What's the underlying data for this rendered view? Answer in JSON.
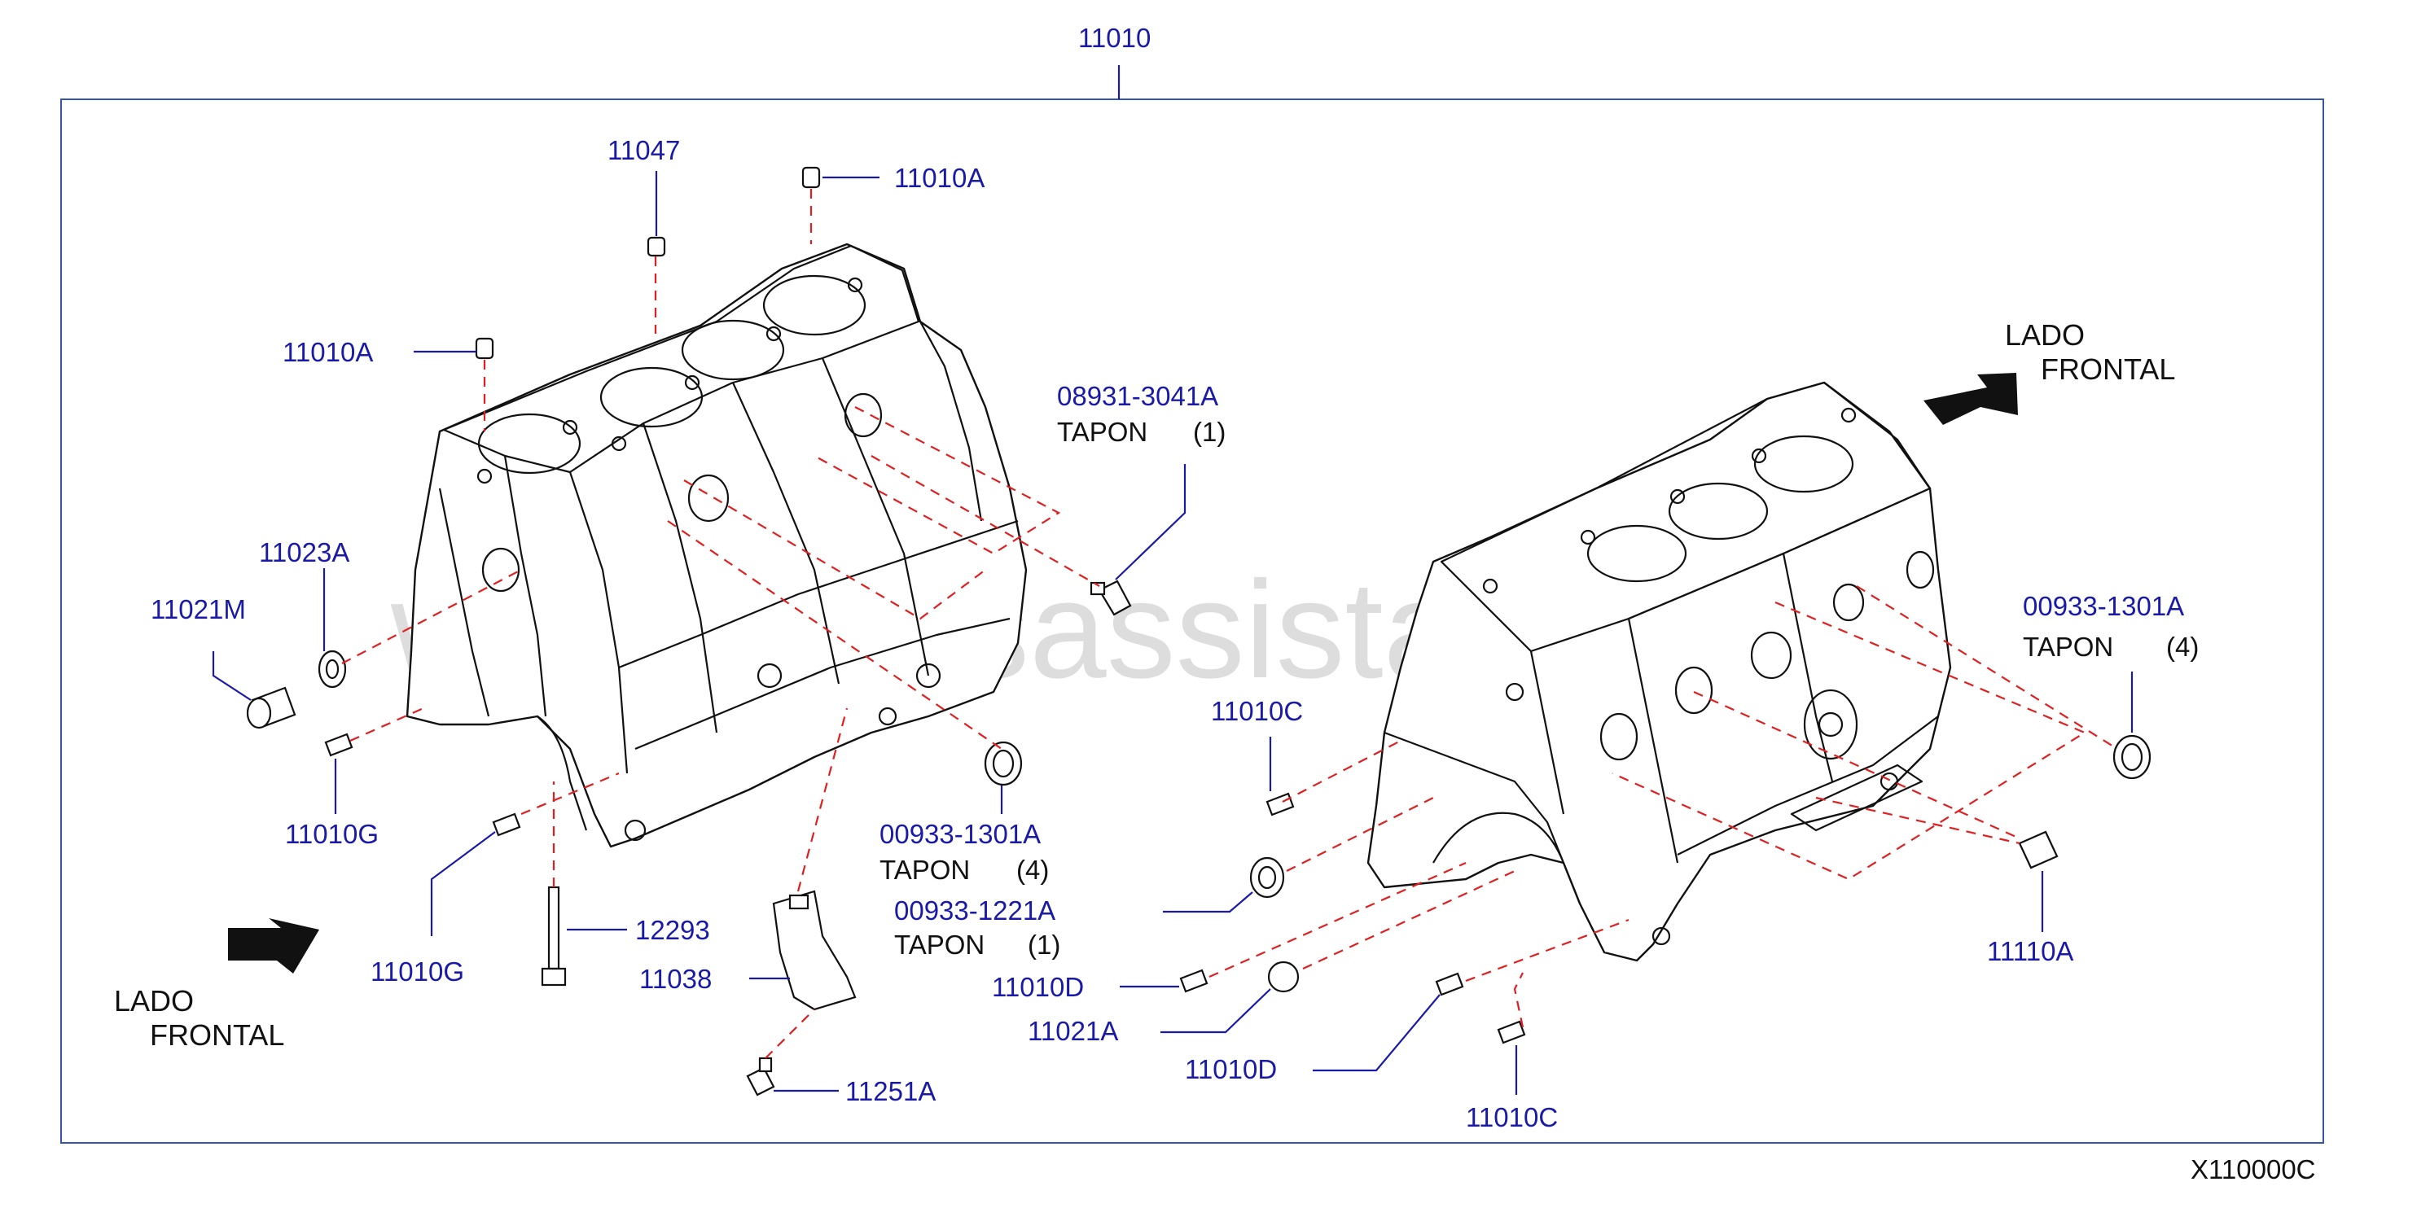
{
  "diagram": {
    "assembly_number": "11010",
    "figure_code": "X110000C",
    "watermark": "www.partsassistant.com",
    "direction_left": {
      "line1": "LADO",
      "line2": "FRONTAL"
    },
    "direction_right": {
      "line1": "LADO",
      "line2": "FRONTAL"
    },
    "callouts": {
      "c11047": "11047",
      "c11010A_top": "11010A",
      "c11010A_left": "11010A",
      "c11023A": "11023A",
      "c11021M": "11021M",
      "c11010G_upper": "11010G",
      "c11010G_lower": "11010G",
      "c12293": "12293",
      "c11038": "11038",
      "c11251A": "11251A",
      "c08931": "08931-3041A",
      "c00933_1301A_left": "00933-1301A",
      "c00933_1221A": "00933-1221A",
      "c11010C_upper": "11010C",
      "c11010D_upper": "11010D",
      "c11021A": "11021A",
      "c11010D_lower": "11010D",
      "c11010C_lower": "11010C",
      "c00933_1301A_right": "00933-1301A",
      "c11110A": "11110A"
    },
    "notes": {
      "tapon_08931": "TAPON",
      "qty_08931": "(1)",
      "tapon_1301_left": "TAPON",
      "qty_1301_left": "(4)",
      "tapon_1221": "TAPON",
      "qty_1221": "(1)",
      "tapon_1301_right": "TAPON",
      "qty_1301_right": "(4)"
    },
    "colors": {
      "callout": "#1a1aa8",
      "dashed_line": "#e02020",
      "outline": "#111111",
      "frame": "#3355aa"
    }
  }
}
